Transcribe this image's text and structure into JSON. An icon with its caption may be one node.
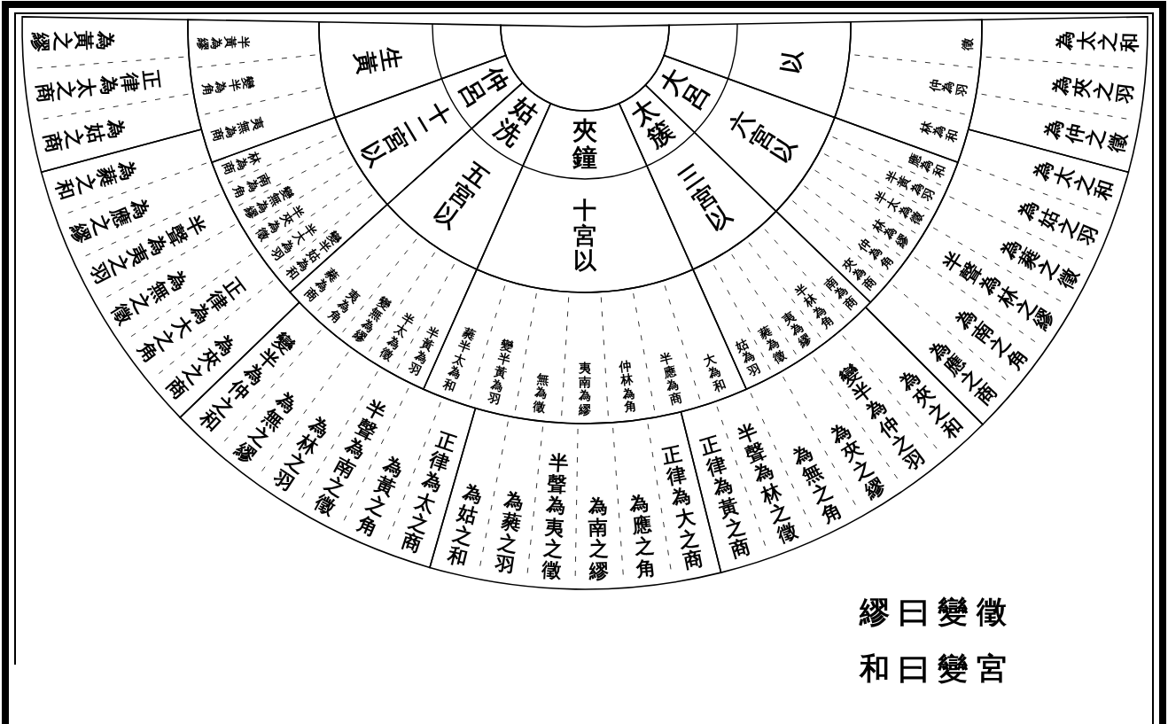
{
  "diagram": {
    "nodes": [
      {
        "text": [],
        "shape": "circle"
      },
      {
        "text": [
          "生黃"
        ]
      },
      {
        "text": [
          "仲呂",
          "十二宮以"
        ]
      },
      {
        "text": [
          "姑洗",
          "五宮以"
        ]
      },
      {
        "text": [
          "夾鐘",
          "十宮以"
        ]
      },
      {
        "text": [
          "太簇",
          "三宮以"
        ]
      },
      {
        "text": [
          "大呂",
          "六宮以"
        ]
      },
      {
        "text": [
          "以"
        ]
      },
      {
        "text": [
          "夷無為商",
          "變半為角",
          "半黃為繆"
        ]
      },
      {
        "text": [
          "變半姑為和",
          "半大為羽",
          "半夾為徵",
          "變無為繆",
          "南為角",
          "林為商"
        ]
      },
      {
        "text": [
          "半黃為羽",
          "半太為徵",
          "變無為繆",
          "夷為角",
          "蕤為商"
        ]
      },
      {
        "text": [
          "大為和",
          "半應為商",
          "仲林為角",
          "夷南為繆",
          "無為徵",
          "變半黃為羽",
          "蕤半太為和"
        ]
      },
      {
        "text": [
          "南為商",
          "半林為角",
          "夷為繆",
          "蕤為徵",
          "姑為羽"
        ]
      },
      {
        "text": [
          "應為和",
          "半黃為羽",
          "半太為徵",
          "林為繆",
          "仲為角",
          "夾為商"
        ]
      },
      {
        "text": [
          "徵",
          "仲為羽",
          "林為和"
        ]
      },
      {
        "text": [
          "為太之和",
          "為夾之羽",
          "為仲之徵"
        ]
      },
      {
        "text": [
          "為太之和",
          "為姑之羽",
          "為蕤之徵",
          "半聲為林之繆",
          "為南之角",
          "為應之商"
        ]
      },
      {
        "text": [
          "為夾之和",
          "變半為仲之羽",
          "為夾之繆",
          "為無之角",
          "半聲為林之徵",
          "正律為黃之商"
        ]
      },
      {
        "text": [
          "正律為大之商",
          "為應之角",
          "為南之繆",
          "半聲為夷之徵",
          "為蕤之羽",
          "為姑之和"
        ]
      },
      {
        "text": [
          "正律為太之商",
          "為黃之角",
          "半聲為南之徵",
          "為林之羽",
          "為無之繆",
          "變半為仲之和"
        ]
      },
      {
        "text": [
          "為夾之商",
          "正律為大之角",
          "為無之徵",
          "半聲為夷之羽",
          "為應之繆",
          "為蕤之和"
        ]
      },
      {
        "text": [
          "為姑之商",
          "正律為太之商",
          "為黃之繆"
        ]
      }
    ],
    "labels": [
      "繆曰變徵",
      "和曰變宮"
    ]
  }
}
